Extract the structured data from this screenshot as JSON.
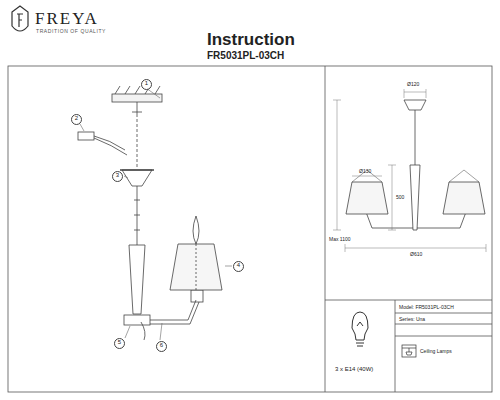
{
  "diagram": {
    "title": "Instruction",
    "labels": [
      "FREYA",
      "TRADITION OF QUALITY",
      "FR5031PL-03CH",
      "1",
      "2",
      "3",
      "4",
      "5",
      "6",
      "Ø120",
      "Ø130",
      "Max 1100",
      "500",
      "Ø610",
      "3 x E14 (40W)",
      "Model: FR5031PL-03CH",
      "Series: Una",
      "Ceiling Lamps"
    ]
  }
}
